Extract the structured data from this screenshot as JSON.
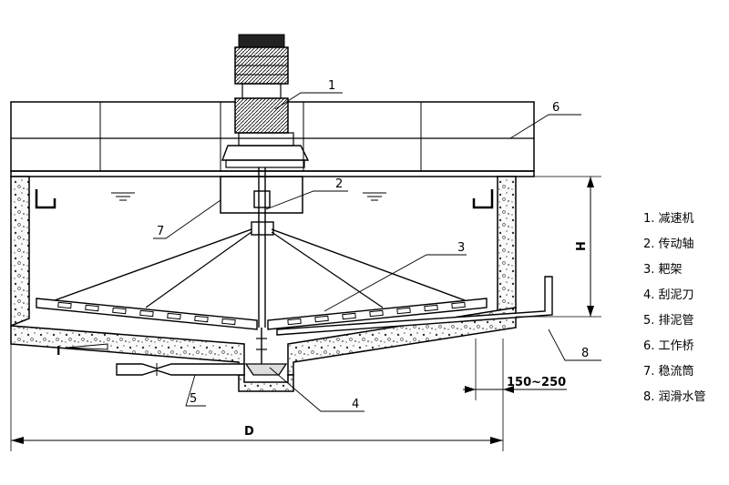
{
  "callouts": [
    "1",
    "2",
    "3",
    "4",
    "5",
    "6",
    "7",
    "8"
  ],
  "dimensions": {
    "height": "H",
    "diameter": "D",
    "offset": "150~250",
    "slope": "i"
  },
  "legend": [
    "1. 减速机",
    "2. 传动轴",
    "3. 耙架",
    "4. 刮泥刀",
    "5. 排泥管",
    "6. 工作桥",
    "7. 稳流筒",
    "8. 润滑水管"
  ]
}
